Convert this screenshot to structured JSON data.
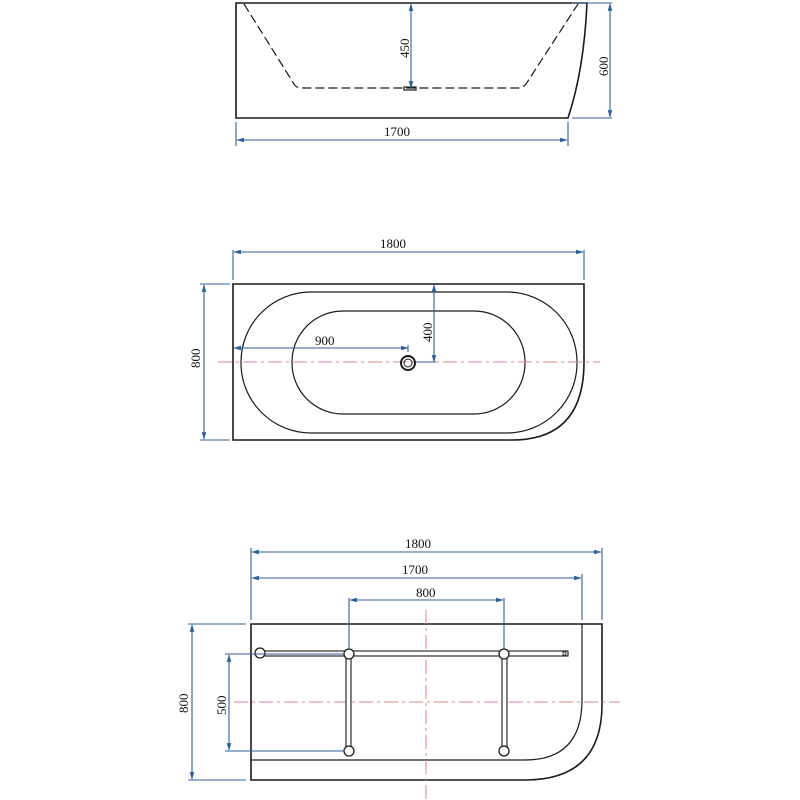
{
  "diagram": {
    "subject": "Back-to-wall corner bathtub technical drawing",
    "colors": {
      "outline": "#1a1a1a",
      "dimension": "#2f5f9a",
      "centerline": "#d9868a"
    },
    "side_view": {
      "length_label": "1700",
      "height_label": "600",
      "depth_label": "450"
    },
    "top_view": {
      "length_label": "1800",
      "width_label": "800",
      "drain_x_label": "900",
      "drain_y_label": "400"
    },
    "bottom_view": {
      "overall_length_label": "1800",
      "inner_length_label": "1700",
      "leg_spacing_label": "800",
      "width_label": "800",
      "leg_depth_label": "500"
    }
  }
}
